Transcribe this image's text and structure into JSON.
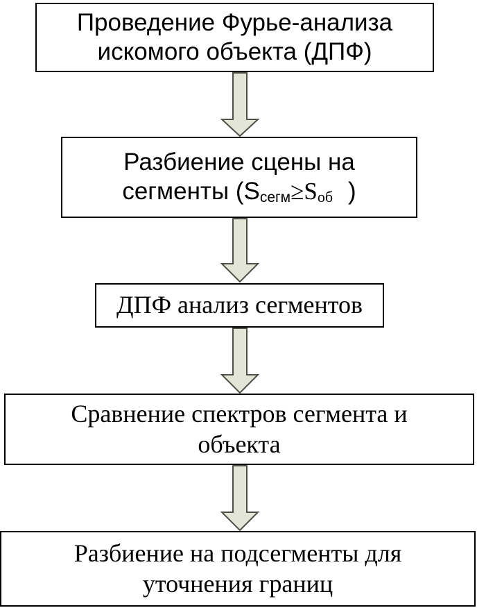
{
  "steps": [
    {
      "lines": [
        "Проведение Фурье-анализа",
        "искомого объекта (ДПФ)"
      ]
    },
    {
      "line1": "Разбиение сцены на",
      "line2_prefix": "сегменты (",
      "s1": "S",
      "s1_sub": "сегм",
      "relation": "≥",
      "s2": "S",
      "s2_sub": "об",
      "line2_suffix": ")"
    },
    {
      "lines": [
        "ДПФ анализ сегментов"
      ]
    },
    {
      "lines": [
        "Сравнение спектров сегмента и",
        "объекта"
      ]
    },
    {
      "lines": [
        "Разбиение на подсегменты для",
        "уточнения границ"
      ]
    }
  ],
  "colors": {
    "arrow_fill": "#e3e6d6",
    "arrow_stroke": "#4d5046",
    "border": "#000000"
  }
}
